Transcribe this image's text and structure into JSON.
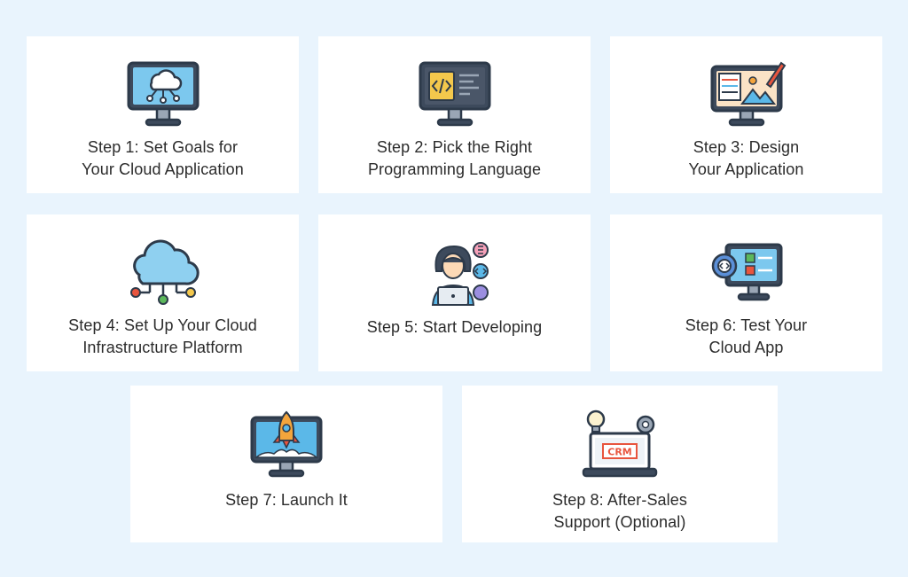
{
  "steps": [
    {
      "line1": "Step 1: Set Goals for",
      "line2": "Your Cloud Application",
      "icon": "cloud-monitor-icon"
    },
    {
      "line1": "Step 2: Pick the Right",
      "line2": "Programming Language",
      "icon": "code-monitor-icon"
    },
    {
      "line1": "Step 3: Design",
      "line2": "Your Application",
      "icon": "design-monitor-icon"
    },
    {
      "line1": "Step 4: Set Up Your Cloud",
      "line2": "Infrastructure Platform",
      "icon": "cloud-network-icon"
    },
    {
      "line1": "Step 5: Start Developing",
      "line2": "",
      "icon": "developer-icon"
    },
    {
      "line1": "Step 6: Test Your",
      "line2": "Cloud App",
      "icon": "test-monitor-icon"
    },
    {
      "line1": "Step 7: Launch It",
      "line2": "",
      "icon": "rocket-monitor-icon"
    },
    {
      "line1": "Step 8: After-Sales",
      "line2": "Support (Optional)",
      "icon": "crm-laptop-icon"
    }
  ],
  "colors": {
    "background": "#e9f4fd",
    "card": "#ffffff",
    "outline": "#2d3a4a",
    "blue": "#5bb8e8",
    "dark": "#3d4a5c",
    "orange": "#f4a53c",
    "red": "#e8553e",
    "green": "#5cb85c"
  }
}
